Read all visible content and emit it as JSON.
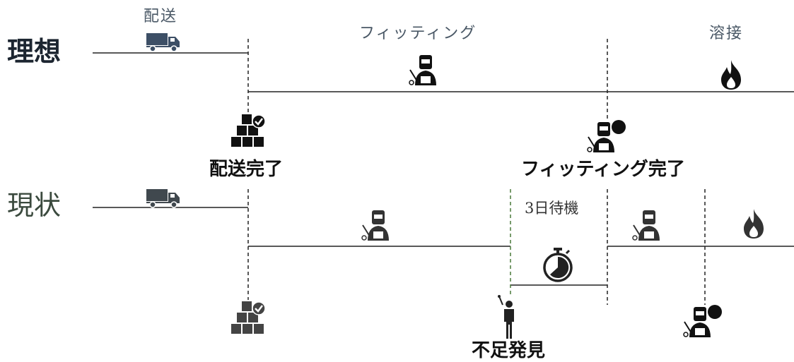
{
  "rows": {
    "ideal": "理想",
    "current": "現状"
  },
  "phases": {
    "delivery": "配送",
    "fitting": "フィッティング",
    "welding": "溶接"
  },
  "milestones": {
    "delivery_complete": "配送完了",
    "fitting_complete": "フィッティング完了",
    "shortage_found": "不足発見"
  },
  "waiting": {
    "label": "3日待機"
  },
  "icons": {
    "delivery": "truck-icon",
    "fitting": "welder-icon",
    "welding": "flame-icon",
    "delivered": "boxes-check-icon",
    "waiting": "stopwatch-icon",
    "shortage": "person-alert-icon"
  },
  "colors": {
    "dark": "#111111",
    "line": "#222222",
    "phase_text": "#4a5866",
    "truck_ideal": "#3d4f66",
    "truck_current": "#40484e"
  }
}
